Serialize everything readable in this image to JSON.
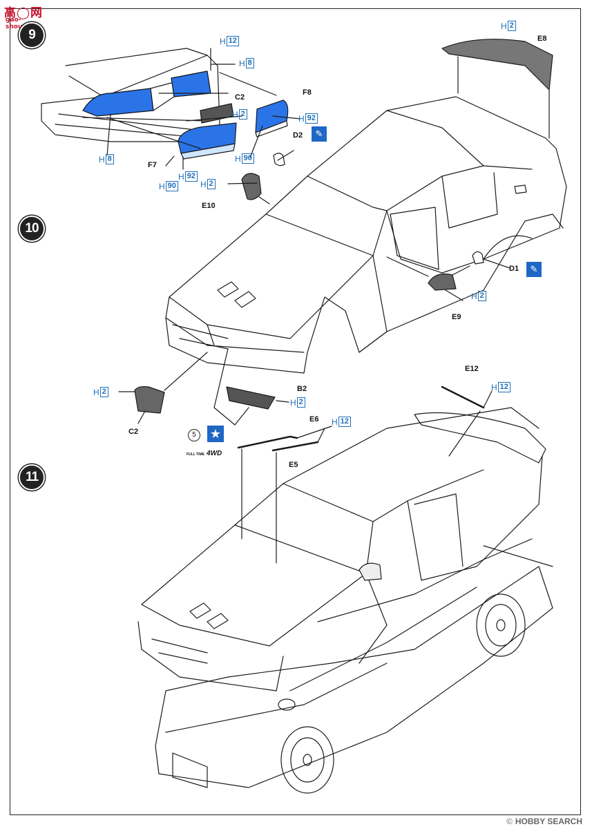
{
  "watermark": {
    "line1": "高◯网",
    "line2": "gao-shou.com"
  },
  "steps": [
    "9",
    "10",
    "11"
  ],
  "color_codes": {
    "h2": "2",
    "h8": "8",
    "h12": "12",
    "h90": "90",
    "h92": "92"
  },
  "parts": {
    "c2": "C2",
    "f8": "F8",
    "d2": "D2",
    "f7": "F7",
    "e10": "E10",
    "e8": "E8",
    "d1": "D1",
    "e9": "E9",
    "b2": "B2",
    "e12": "E12",
    "e6": "E6",
    "e5": "E5"
  },
  "marking_ref": {
    "number": "5"
  },
  "logo": {
    "small": "FULL TIME",
    "big": "4WD"
  },
  "footer": {
    "brand": "HOBBY SEARCH",
    "prefix": "©"
  },
  "colors": {
    "accent_blue": "#1f67c5",
    "lens_blue": "#2a74e8",
    "line": "#1a1a1a"
  }
}
